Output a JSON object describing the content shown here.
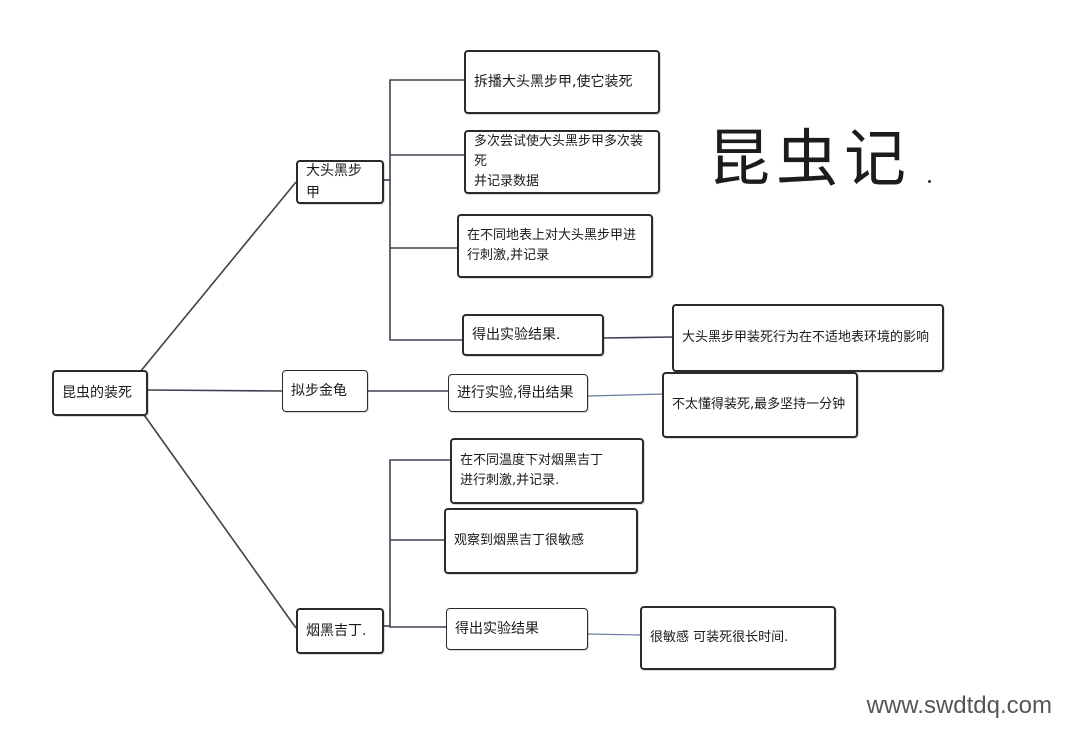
{
  "title": "昆虫记",
  "watermark": "www.swdtdq.com",
  "root": {
    "label": "昆虫的装死"
  },
  "branches": {
    "beetle": {
      "label": "大头黑步甲",
      "children": [
        "拆播大头黑步甲,使它装死",
        "多次尝试使大头黑步甲多次装死\n并记录数据",
        "在不同地表上对大头黑步甲进\n行刺激,并记录",
        "得出实验结果."
      ],
      "result": "大头黑步甲装死行为在不适地表环境的影响"
    },
    "weevil": {
      "label": "拟步金龟",
      "child": "进行实验,得出结果",
      "result": "不太懂得装死,最多坚持一分钟"
    },
    "borer": {
      "label": "烟黑吉丁.",
      "children": [
        "在不同温度下对烟黑吉丁\n进行刺激,并记录.",
        "观察到烟黑吉丁很敏感",
        "得出实验结果"
      ],
      "result": "很敏感  可装死很长时间."
    }
  }
}
